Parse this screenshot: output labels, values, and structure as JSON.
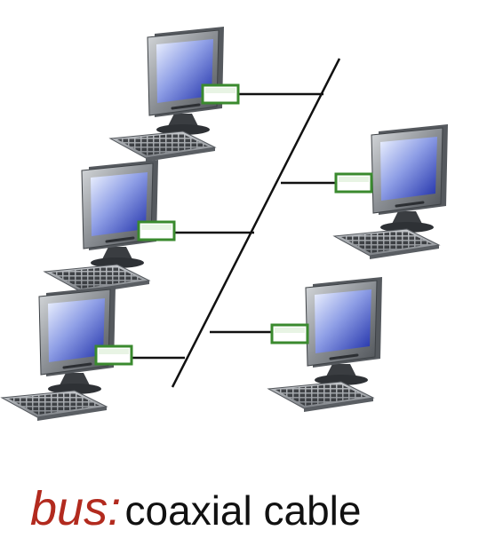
{
  "caption": {
    "keyword": "bus:",
    "description": "coaxial cable"
  },
  "colors": {
    "keyword": "#b22a1e",
    "cable": "#111111",
    "nic_border": "#3a8a2e",
    "nic_fill": "#ffffff",
    "screen_top": "#eaf0ff",
    "screen_bottom": "#1e2ea8",
    "monitor_body": "#6e7277"
  },
  "nodes": [
    {
      "id": "pc-top-left"
    },
    {
      "id": "pc-mid-left"
    },
    {
      "id": "pc-bottom-left"
    },
    {
      "id": "pc-top-right"
    },
    {
      "id": "pc-bottom-right"
    }
  ]
}
